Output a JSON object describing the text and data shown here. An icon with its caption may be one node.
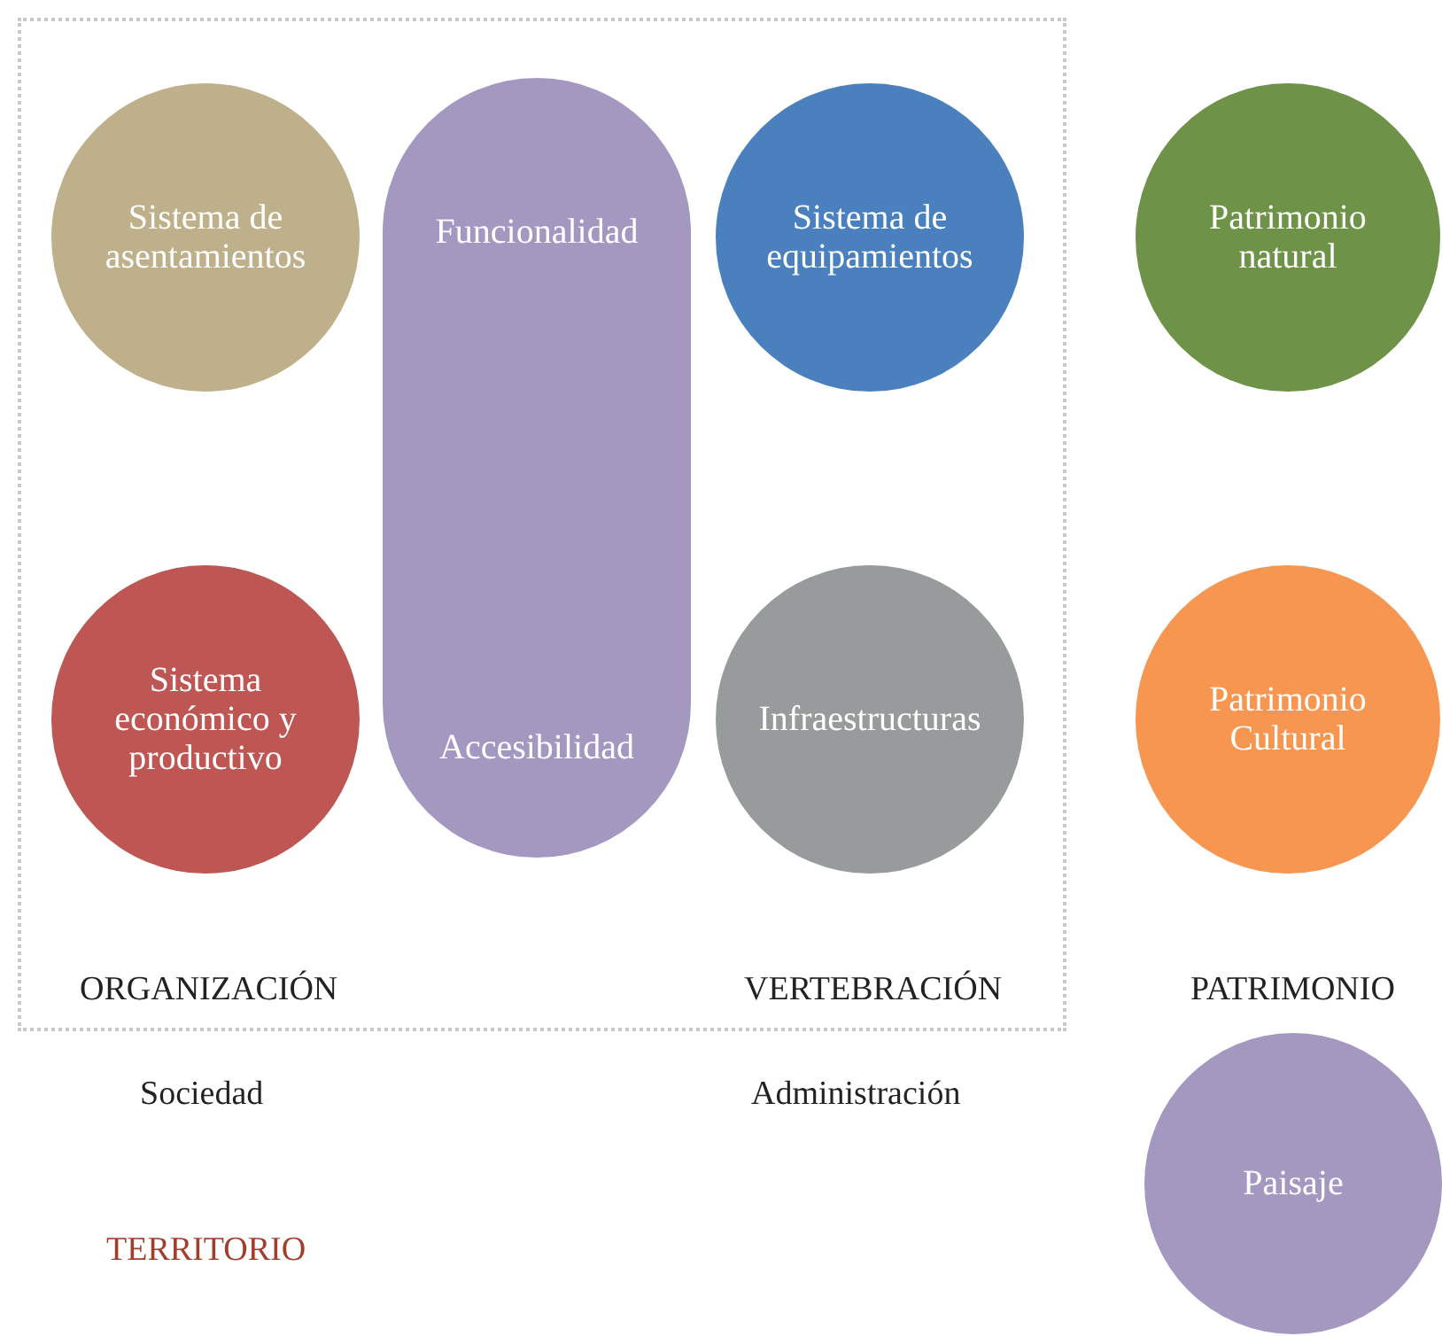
{
  "diagram": {
    "nodes": [
      {
        "text": [],
        "shape": "box"
      },
      {
        "text": [
          "Sistema de asentamientos"
        ],
        "in": 0
      },
      {
        "text": [
          "Funcionalidad",
          "Accesibilidad"
        ],
        "in": 0
      },
      {
        "text": [
          "Sistema de equipamientos"
        ],
        "in": 0
      },
      {
        "text": [
          "Patrimonio natural"
        ]
      },
      {
        "text": [
          "Sistema económico y productivo"
        ],
        "in": 0
      },
      {
        "text": [
          "Infraestructuras"
        ],
        "in": 0
      },
      {
        "text": [
          "Patrimonio Cultural"
        ]
      },
      {
        "text": [
          "Paisaje"
        ]
      }
    ],
    "labels": [
      "ORGANIZACIÓN",
      "VERTEBRACIÓN",
      "PATRIMONIO",
      "Sociedad",
      "Administración",
      "TERRITORIO"
    ]
  }
}
